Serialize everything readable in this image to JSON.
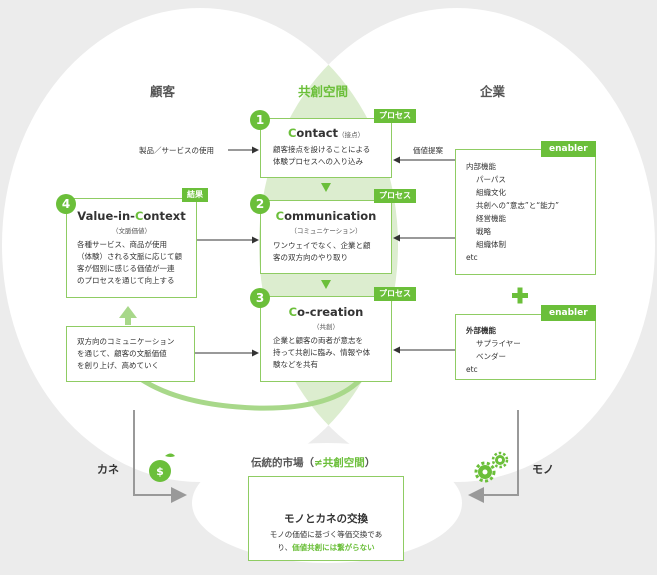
{
  "headers": {
    "left": "顧客",
    "center": "共創空間",
    "right": "企業"
  },
  "steps": [
    {
      "num": "1",
      "tag": "プロセス",
      "title_accent": "C",
      "title_rest": "ontact",
      "sub": "（接点）",
      "lines": [
        "顧客接点を設けることによる",
        "体験プロセスへの入り込み"
      ]
    },
    {
      "num": "2",
      "tag": "プロセス",
      "title_accent": "C",
      "title_rest": "ommunication",
      "sub": "（コミュニケーション）",
      "lines": [
        "ワンウェイでなく、企業と顧",
        "客の双方向のやり取り"
      ]
    },
    {
      "num": "3",
      "tag": "プロセス",
      "title_accent": "C",
      "title_rest": "o-creation",
      "sub": "（共創）",
      "lines": [
        "企業と顧客の両者が意志を",
        "持って共創に臨み、情報や体",
        "験などを共有"
      ]
    }
  ],
  "value": {
    "num": "4",
    "tag": "結果",
    "title_a": "Value-in-",
    "title_accent": "C",
    "title_b": "ontext",
    "sub": "（文脈価値）",
    "lines": [
      "各種サービス、商品が使用",
      "（体験）される文脈に応じて顧",
      "客が個別に感じる価値が一連",
      "のプロセスを通じて向上する"
    ]
  },
  "bidir": {
    "lines": [
      "双方向のコミュニケーション",
      "を通じて、顧客の文脈価値",
      "を創り上げ、高めていく"
    ]
  },
  "labels": {
    "product": "製品／サービスの使用",
    "value_prop": "価値提案",
    "kane": "カネ",
    "mono": "モノ",
    "plus": "+"
  },
  "enabler_internal": {
    "tag": "enabler",
    "items": [
      {
        "t": "内部機能",
        "i": false
      },
      {
        "t": "パーパス",
        "i": true
      },
      {
        "t": "組織文化",
        "i": true
      },
      {
        "t": "共創への“意志”と“能力”",
        "i": true
      },
      {
        "t": "経営機能",
        "i": true
      },
      {
        "t": "戦略",
        "i": true
      },
      {
        "t": "組織体制",
        "i": true
      },
      {
        "t": "etc",
        "i": false
      }
    ]
  },
  "enabler_external": {
    "tag": "enabler",
    "items": [
      {
        "t": "外部機能",
        "i": false,
        "b": true
      },
      {
        "t": "サプライヤー",
        "i": true
      },
      {
        "t": "ベンダー",
        "i": true
      },
      {
        "t": "etc",
        "i": false
      }
    ]
  },
  "market": {
    "title_a": "伝統的市場（",
    "title_accent": "≠共創空間",
    "title_b": "）",
    "box_title": "モノとカネの交換",
    "line1": "モノの価値に基づく等価交換であ",
    "line2_a": "り、",
    "line2_accent": "価値共創には繋がらない"
  },
  "icons": {
    "coin": "coin-icon",
    "gears": "gears-icon",
    "handshake": "handshake-icon"
  },
  "colors": {
    "accent": "#6bbf3a",
    "light": "#dcedcf",
    "bg": "#ececec"
  }
}
